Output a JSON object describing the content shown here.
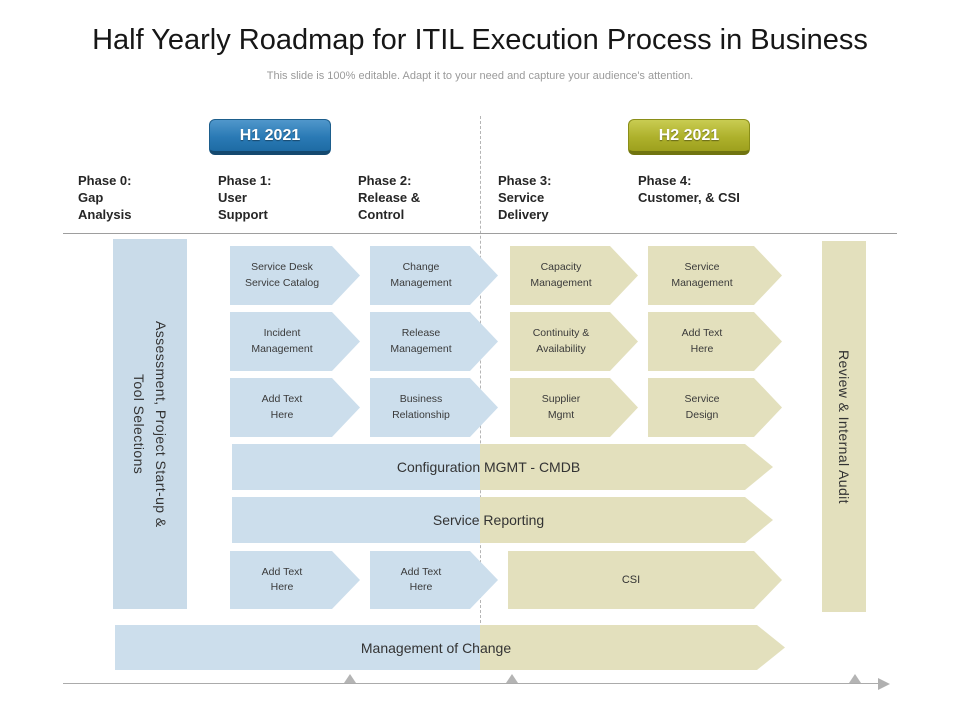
{
  "header": {
    "title": "Half Yearly Roadmap for ITIL Execution Process in Business",
    "subtitle": "This slide is 100% editable. Adapt it to your need and capture your audience's attention."
  },
  "periods": {
    "h1": "H1 2021",
    "h2": "H2 2021"
  },
  "phases": [
    "Phase 0:\nGap\nAnalysis",
    "Phase 1:\nUser\nSupport",
    "Phase 2:\nRelease &\nControl",
    "Phase 3:\nService\nDelivery",
    "Phase 4:\nCustomer, & CSI"
  ],
  "sidebars": {
    "left": "Assessment, Project Start-up &\nTool Selections",
    "right": "Review & Internal Audit"
  },
  "grid": {
    "phase1": [
      "Service Desk\nService Catalog",
      "Incident\nManagement",
      "Add Text\nHere"
    ],
    "phase2": [
      "Change\nManagement",
      "Release\nManagement",
      "Business\nRelationship"
    ],
    "phase3": [
      "Capacity\nManagement",
      "Continuity &\nAvailability",
      "Supplier\nMgmt"
    ],
    "phase4": [
      "Service\nManagement",
      "Add Text\nHere",
      "Service\nDesign"
    ]
  },
  "bands": {
    "configuration": "Configuration MGMT - CMDB",
    "reporting": "Service Reporting",
    "add_text_1": "Add Text\nHere",
    "add_text_2": "Add Text\nHere",
    "csi": "CSI",
    "management_of_change": "Management of Change"
  },
  "colors": {
    "h1_badge_blue": "#2a7ab5",
    "h2_badge_olive": "#aeb12c",
    "light_blue": "#ccdeec",
    "light_olive": "#e3e0bd",
    "timeline_gray": "#ababab"
  }
}
